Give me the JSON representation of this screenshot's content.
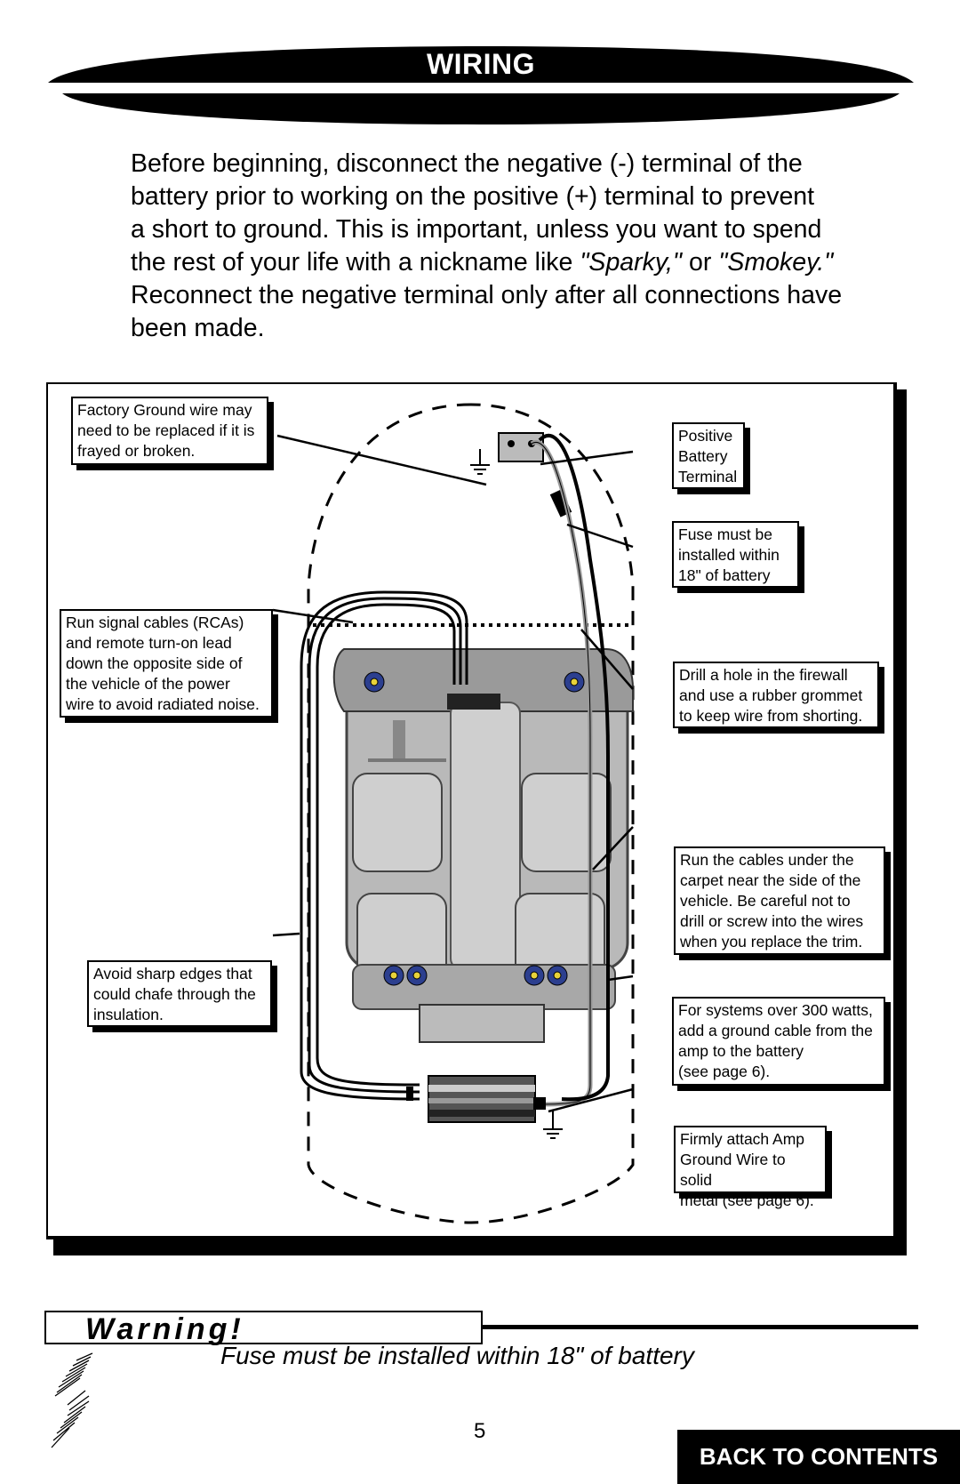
{
  "header": {
    "title": "WIRING"
  },
  "intro": {
    "line1": "Before beginning, disconnect the negative (-) terminal of the",
    "line2": "battery prior to working on the positive (+) terminal to prevent",
    "line3": "a short to ground. This is important, unless you want to spend",
    "line4_pre": "the rest of your life with a nickname like ",
    "line4_em1": "\"Sparky,\"",
    "line4_mid": " or ",
    "line4_em2": "\"Smokey.\"",
    "line5": "Reconnect the negative terminal only after all connections have",
    "line6": "been made."
  },
  "callouts": {
    "factory_ground": [
      "Factory Ground wire may",
      "need to be replaced if it is",
      "frayed or broken."
    ],
    "positive_terminal": [
      "Positive",
      "Battery",
      "Terminal"
    ],
    "fuse": [
      "Fuse must be",
      "installed within",
      "18\" of battery"
    ],
    "signal_cables": [
      "Run signal cables (RCAs)",
      "and remote turn-on lead",
      "down the opposite side of",
      "the vehicle of the power",
      "wire to avoid radiated noise."
    ],
    "firewall": [
      "Drill a hole in the firewall",
      "and use a rubber grommet",
      "to keep wire from shorting."
    ],
    "carpet": [
      "Run the cables under the",
      "carpet near the side of the",
      "vehicle. Be careful not to",
      "drill or screw into the wires",
      "when you replace the trim."
    ],
    "sharp_edges": [
      "Avoid sharp edges that",
      "could chafe through the",
      "insulation."
    ],
    "systems_300w": [
      "For systems over 300 watts,",
      "add a ground cable from the",
      "amp to the battery",
      "(see page 6)."
    ],
    "amp_ground": [
      "Firmly attach Amp",
      "Ground Wire to solid",
      "metal (see page 6)."
    ]
  },
  "warning": {
    "title": "Warning!",
    "text": "Fuse must be installed within 18\" of battery"
  },
  "footer": {
    "page_number": "5",
    "back_button": "BACK TO CONTENTS"
  },
  "icons": [
    "lightning-icon",
    "ground-symbol-icon",
    "speaker-icon",
    "battery-icon",
    "fuse-icon",
    "amplifier-icon"
  ],
  "colors": {
    "ink": "#000000",
    "paper": "#ffffff",
    "car_gray": "#b9b9b9",
    "speaker_blue": "#2c3f8f",
    "speaker_yellow": "#e8d23a"
  }
}
